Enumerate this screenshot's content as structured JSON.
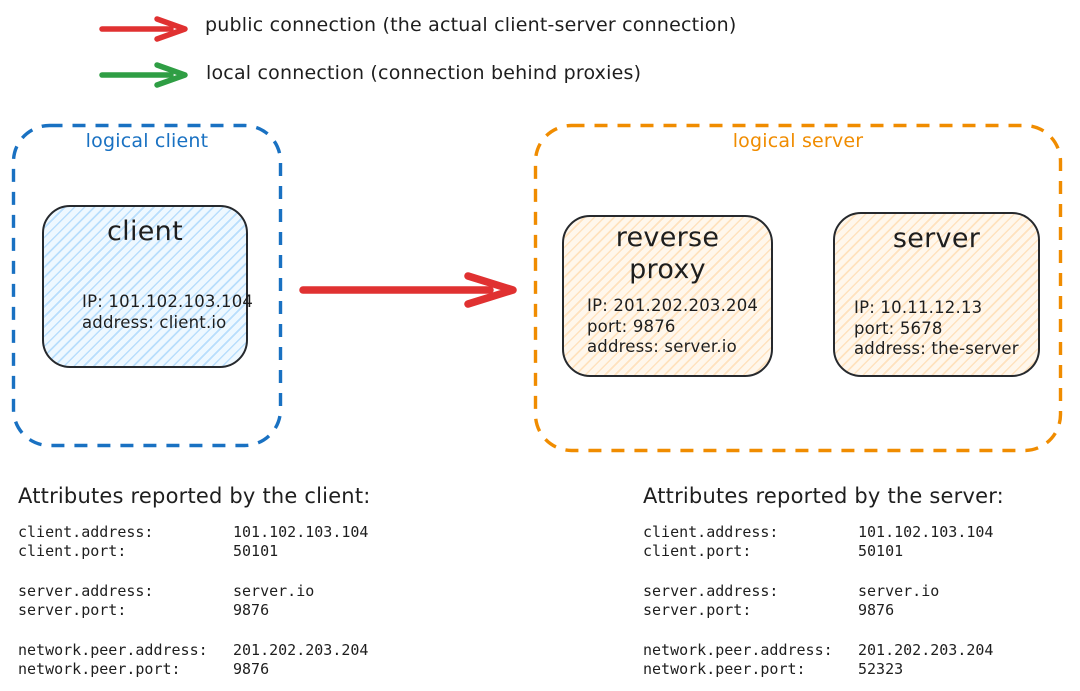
{
  "legend": {
    "items": [
      {
        "name": "public-connection",
        "color": "#e03131",
        "label": "public connection (the actual client-server connection)"
      },
      {
        "name": "local-connection",
        "color": "#2f9e44",
        "label": "local connection (connection behind proxies)"
      }
    ]
  },
  "diagram": {
    "logical_client": {
      "label": "logical client",
      "border_color": "#1971c2",
      "node_fill": "#e7f5ff",
      "node_hatch": "#a5d8ff",
      "nodes": [
        {
          "title": "client",
          "lines": [
            "IP: 101.102.103.104",
            "address: client.io"
          ]
        }
      ]
    },
    "connection": {
      "color": "#e03131"
    },
    "logical_server": {
      "label": "logical server",
      "border_color": "#f08c00",
      "node_fill": "#fff4e6",
      "node_hatch": "#ffd8a8",
      "nodes": [
        {
          "title": "reverse proxy",
          "lines": [
            "IP: 201.202.203.204",
            "port: 9876",
            "address: server.io"
          ]
        },
        {
          "title": "server",
          "lines": [
            "IP: 10.11.12.13",
            "port: 5678",
            "address: the-server"
          ]
        }
      ]
    }
  },
  "attributes_client": {
    "heading": "Attributes reported by the client:",
    "rows": [
      {
        "key": "client.address:",
        "value": "101.102.103.104"
      },
      {
        "key": "client.port:",
        "value": "50101"
      },
      {
        "key": "server.address:",
        "value": "server.io"
      },
      {
        "key": "server.port:",
        "value": "9876"
      },
      {
        "key": "network.peer.address:",
        "value": "201.202.203.204"
      },
      {
        "key": "network.peer.port:",
        "value": "9876"
      }
    ]
  },
  "attributes_server": {
    "heading": "Attributes reported by the server:",
    "rows": [
      {
        "key": "client.address:",
        "value": "101.102.103.104"
      },
      {
        "key": "client.port:",
        "value": "50101"
      },
      {
        "key": "server.address:",
        "value": "server.io"
      },
      {
        "key": "server.port:",
        "value": "9876"
      },
      {
        "key": "network.peer.address:",
        "value": "201.202.203.204"
      },
      {
        "key": "network.peer.port:",
        "value": "52323"
      }
    ]
  }
}
